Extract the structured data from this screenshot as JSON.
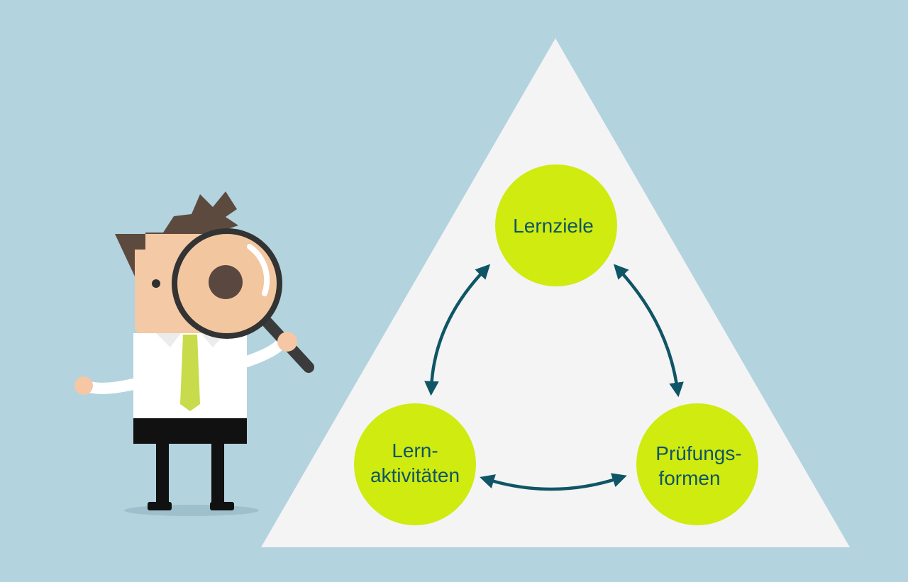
{
  "diagram": {
    "nodes": [
      {
        "id": "lernziele",
        "lines": [
          "Lernziele"
        ]
      },
      {
        "id": "lernaktivitaeten",
        "lines": [
          "Lern-",
          "aktivitäten"
        ]
      },
      {
        "id": "pruefungsformen",
        "lines": [
          "Prüfungs-",
          "formen"
        ]
      }
    ],
    "connections": [
      {
        "from": "lernziele",
        "to": "lernaktivitaeten",
        "type": "bidirectional"
      },
      {
        "from": "lernziele",
        "to": "pruefungsformen",
        "type": "bidirectional"
      },
      {
        "from": "lernaktivitaeten",
        "to": "pruefungsformen",
        "type": "bidirectional"
      }
    ]
  },
  "colors": {
    "background": "#b3d3df",
    "triangle": "#f4f4f4",
    "node_fill": "#cfeb0f",
    "node_text": "#0f5566",
    "arrow": "#0f5566"
  },
  "illustration": {
    "subject": "businessman-with-magnifying-glass"
  }
}
